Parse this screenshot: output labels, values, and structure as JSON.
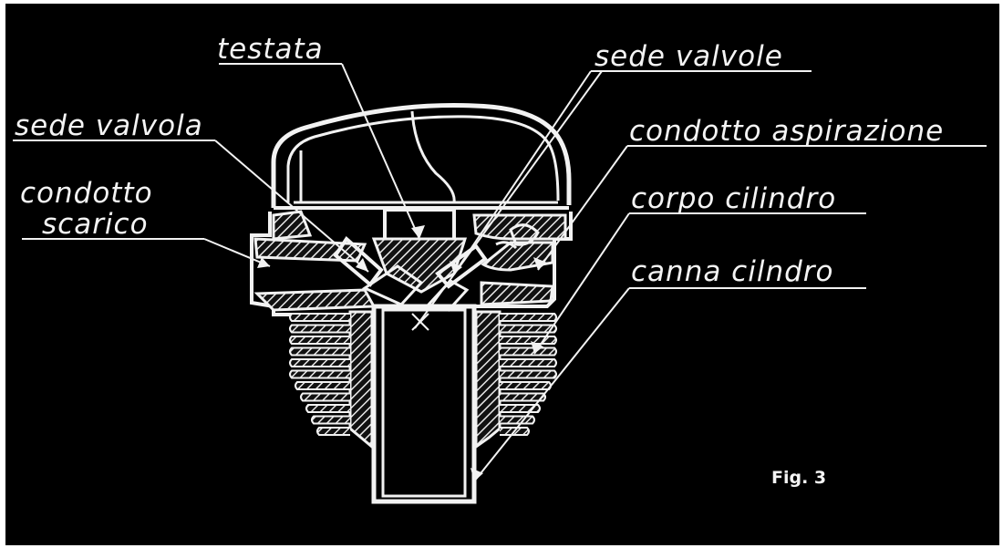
{
  "labels": {
    "testata": "testata",
    "sede_valvole": "sede valvole",
    "sede_valvola": "sede valvola",
    "condotto_aspirazione": "condotto aspirazione",
    "condotto_line1": "condotto",
    "scarico_line2": "scarico",
    "corpo_cilindro": "corpo cilindro",
    "canna_cilindro": "canna cilndro"
  },
  "figure_label": "Fig. 3",
  "colors": {
    "background": "#000000",
    "ink": "#f2f2f2"
  }
}
